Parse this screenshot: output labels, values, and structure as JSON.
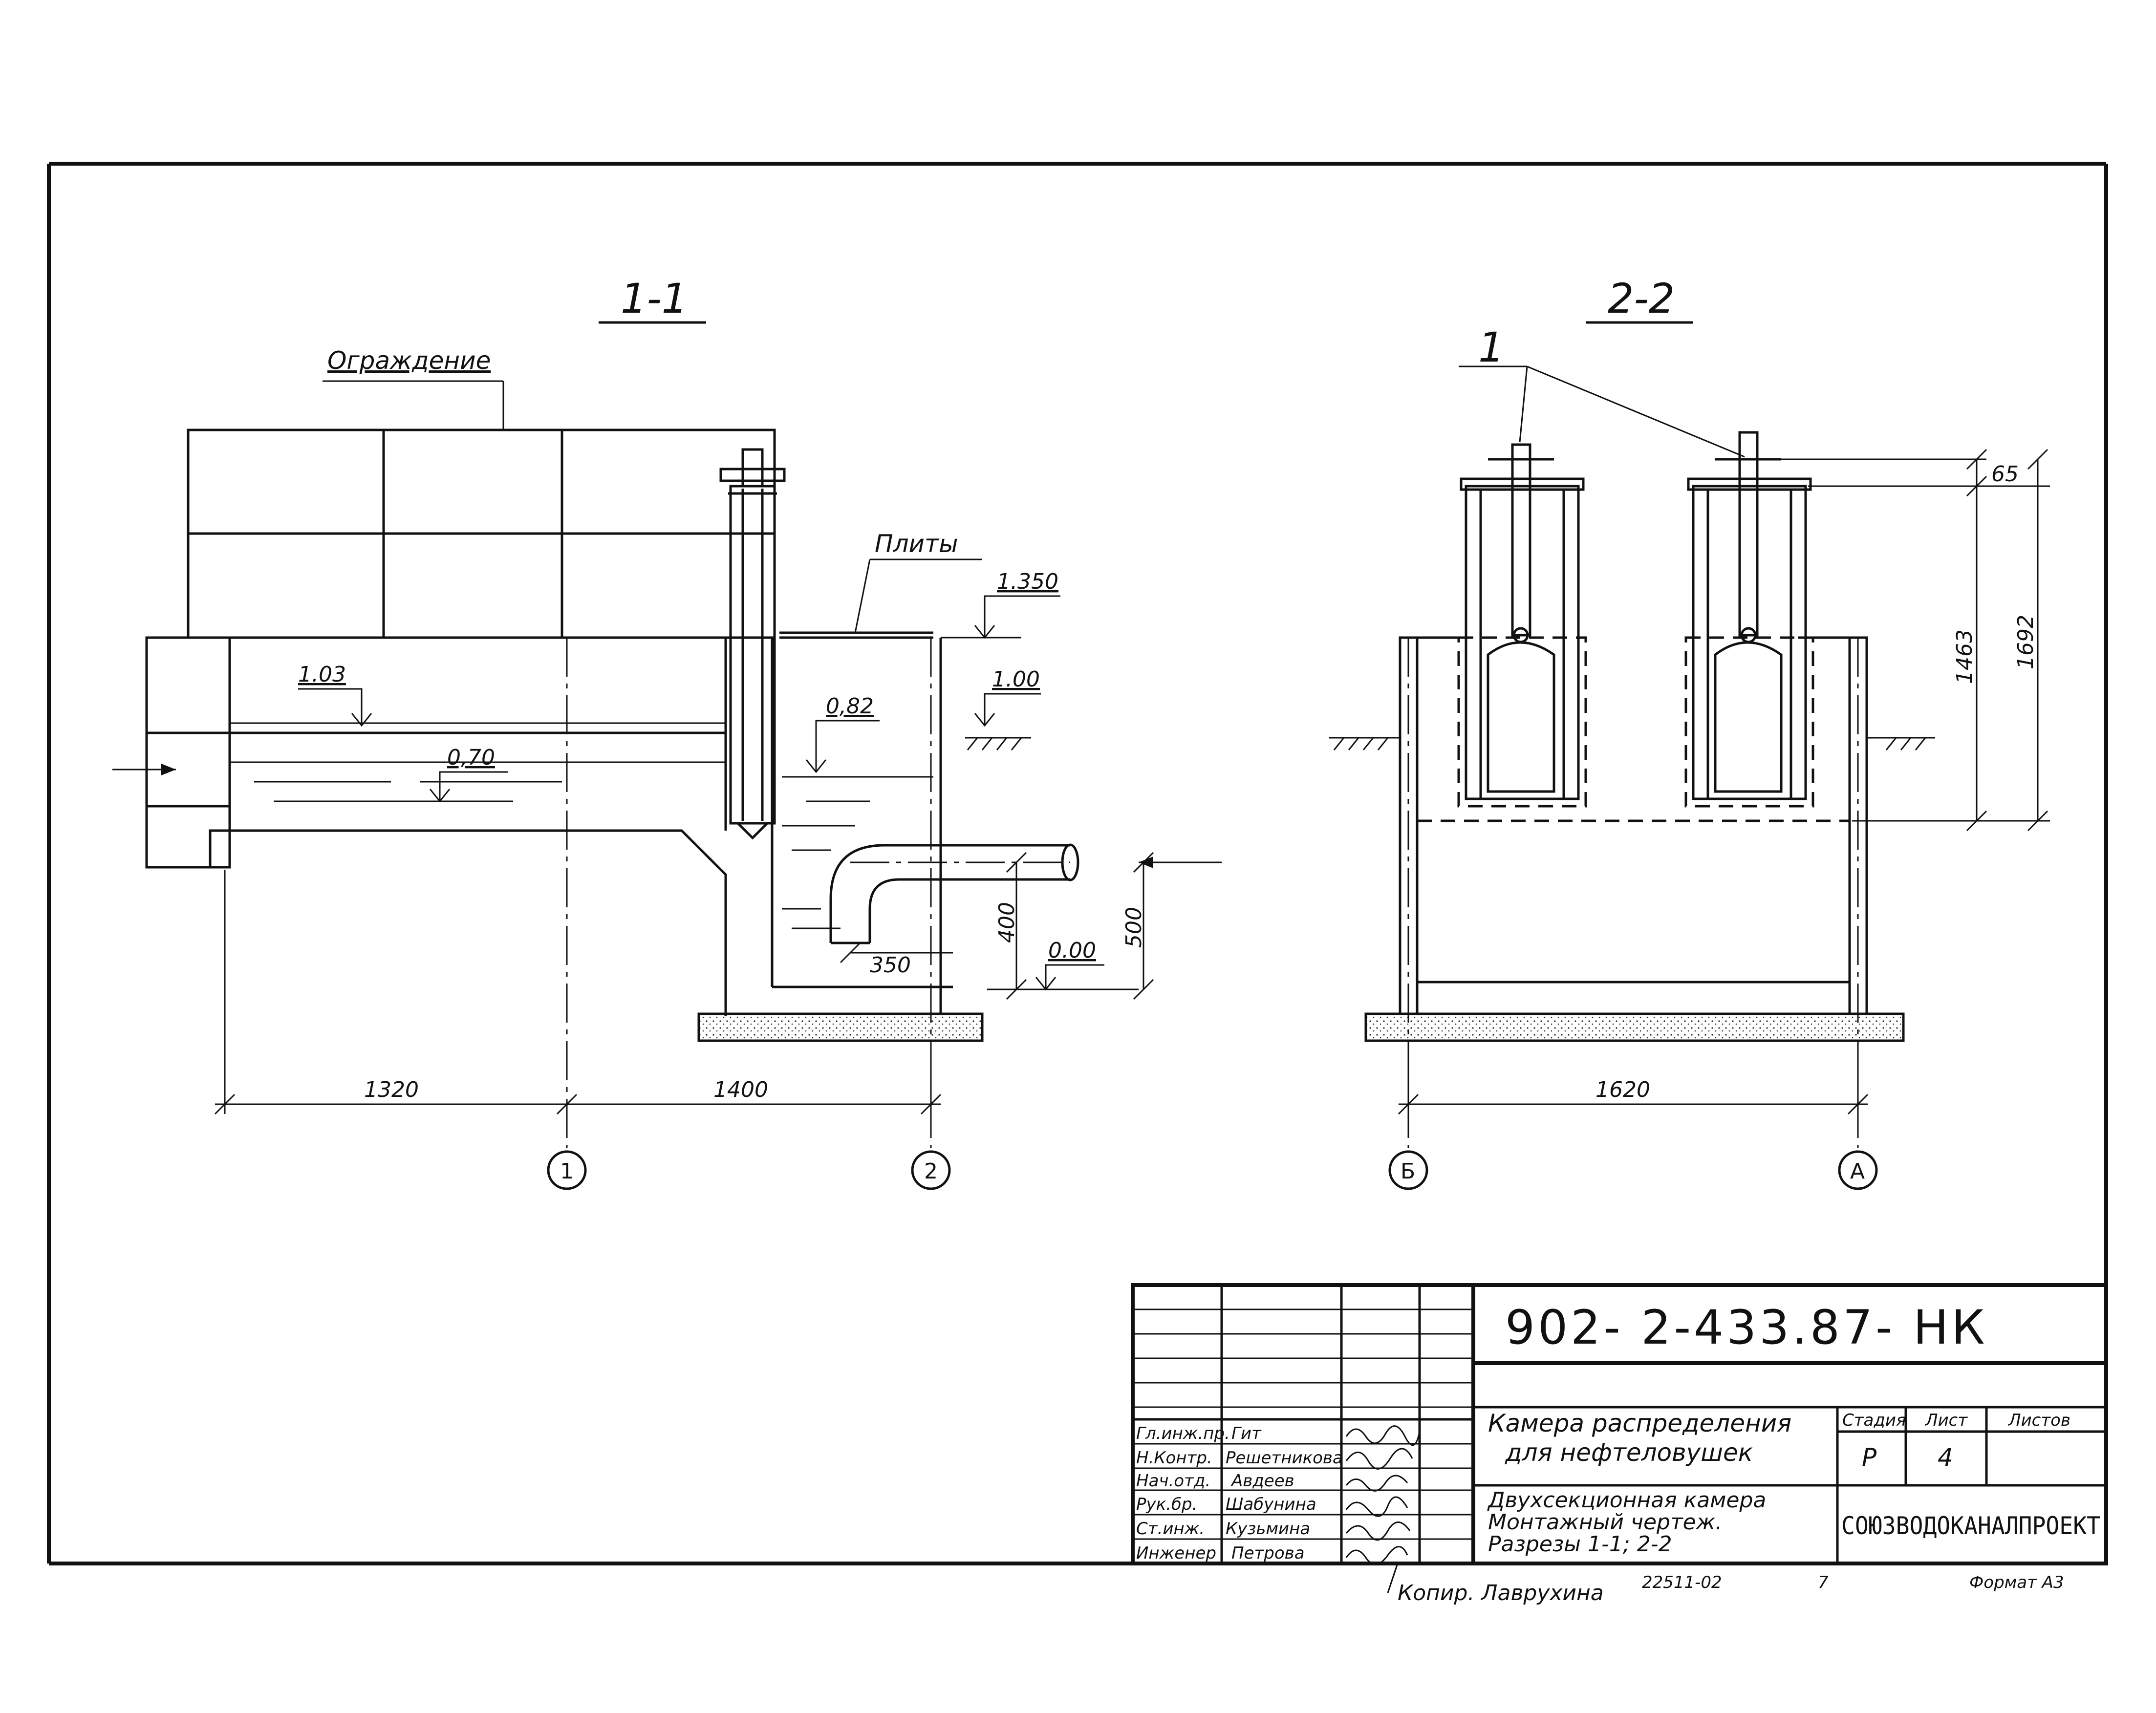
{
  "section_1": {
    "title": "1-1",
    "fence_label": "Ограждение",
    "slabs_label": "Плиты",
    "elev_top": "1.350",
    "elev_ground": "1.00",
    "level_1": "1.03",
    "level_2": "0,70",
    "level_3": "0,82",
    "elev_zero": "0.00",
    "dim_pipe_h": "400",
    "dim_500": "500",
    "dim_350": "350",
    "dim_left": "1320",
    "dim_right": "1400",
    "axis_1": "1",
    "axis_2": "2"
  },
  "section_2": {
    "title": "2-2",
    "callout": "1",
    "dim_65": "65",
    "dim_1463": "1463",
    "dim_1692": "1692",
    "dim_1620": "1620",
    "axis_b": "Б",
    "axis_a": "А"
  },
  "title_block": {
    "doc_code": "902- 2-433.87- НК",
    "roles": [
      "Гл.инж.пр.",
      "Н.Контр.",
      "Нач.отд.",
      "Рук.бр.",
      "Ст.инж.",
      "Инженер"
    ],
    "names": [
      "Гит",
      "Решетникова",
      "Авдеев",
      "Шабунина",
      "Кузьмина",
      "Петрова"
    ],
    "object_name_1": "Камера распределения",
    "object_name_2": "для нефтеловушек",
    "sheet_title_1": "Двухсекционная камера",
    "sheet_title_2": "Монтажный чертеж.",
    "sheet_title_3": "Разрезы 1-1; 2-2",
    "stage_header": "Стадия",
    "sheet_header": "Лист",
    "sheets_header": "Листов",
    "stage": "Р",
    "sheet": "4",
    "organization": "СОЮЗВОДОКАНАЛПРОЕКТ"
  },
  "footer": {
    "copied_by": "Копир. Лаврухина",
    "order_no": "22511-02",
    "page_no": "7",
    "format": "Формат А3"
  }
}
